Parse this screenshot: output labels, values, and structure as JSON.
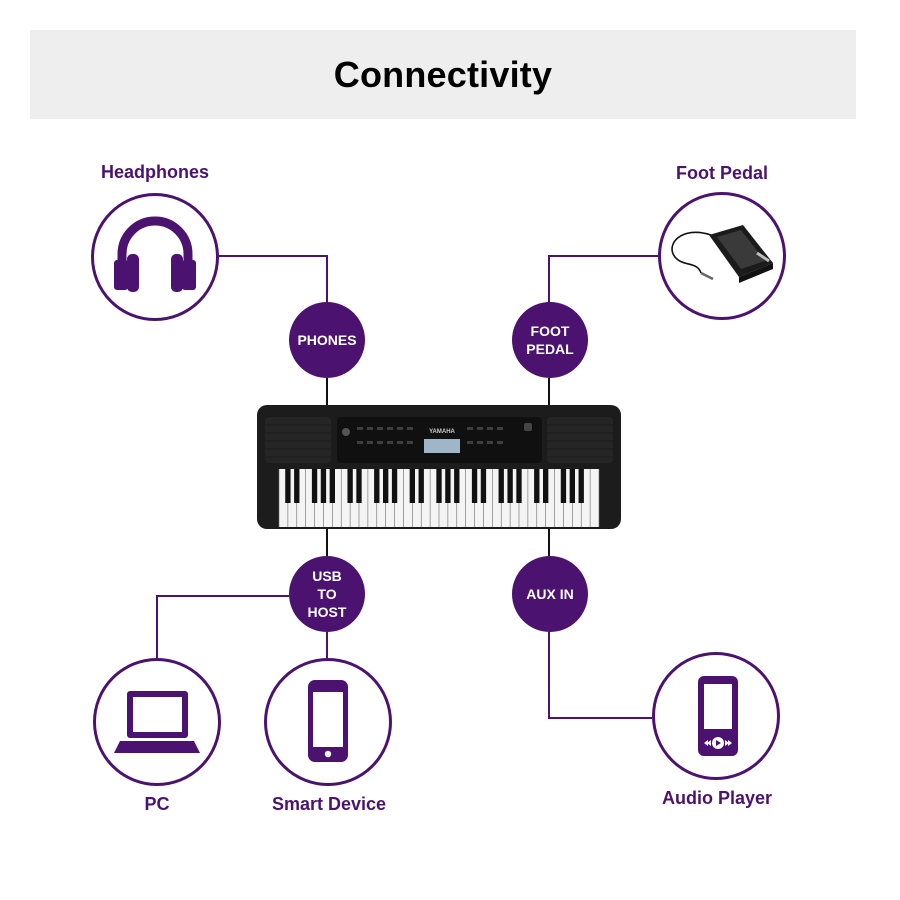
{
  "title": "Connectivity",
  "devices": {
    "headphones": "Headphones",
    "foot_pedal": "Foot Pedal",
    "pc": "PC",
    "smart_device": "Smart Device",
    "audio_player": "Audio Player"
  },
  "ports": {
    "phones": "PHONES",
    "foot_pedal": "FOOT\nPEDAL",
    "usb_to_host": "USB\nTO\nHOST",
    "aux_in": "AUX IN"
  },
  "keyboard": {
    "brand": "YAMAHA"
  },
  "colors": {
    "accent": "#4b136f",
    "banner": "#eeeeee",
    "keyboard_body": "#1c1c1c"
  }
}
